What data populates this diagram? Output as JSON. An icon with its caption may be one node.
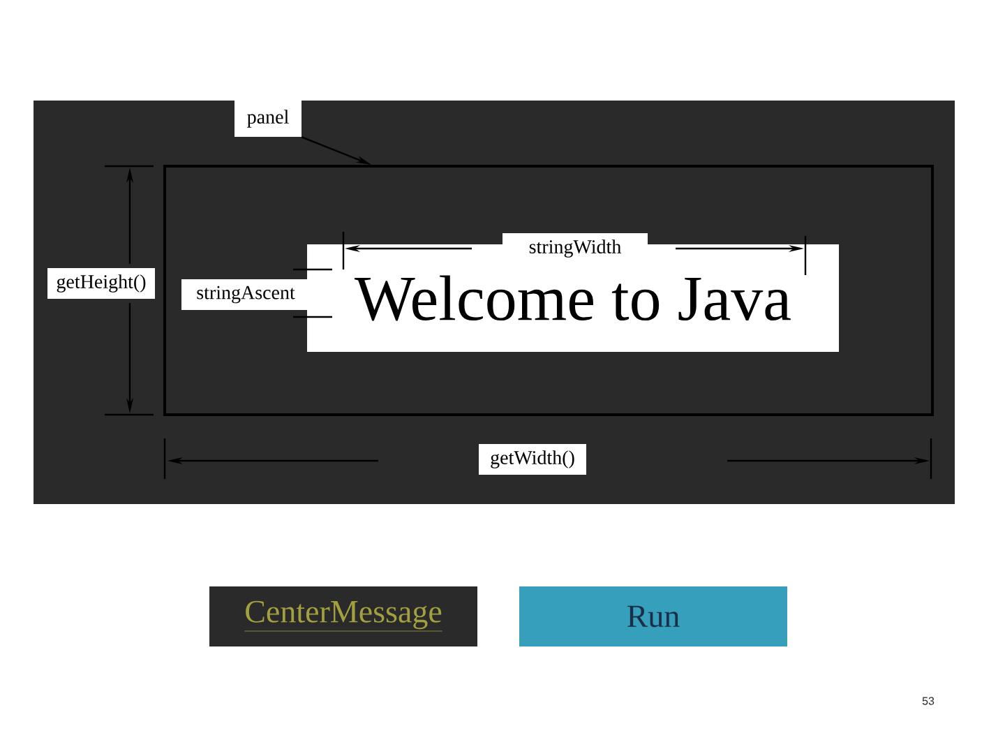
{
  "diagram": {
    "nodes": [
      {
        "text": [
          "panel"
        ]
      },
      {
        "text": [],
        "shape": "box"
      },
      {
        "text": [
          "Welcome to Java"
        ],
        "in": 1
      },
      {
        "text": [
          "CenterMessage"
        ]
      },
      {
        "text": [
          "Run"
        ]
      }
    ],
    "edges": [
      {
        "from": 0,
        "to": 1,
        "arrow": "to"
      }
    ],
    "labels": [
      "stringWidth",
      "getHeight()",
      "stringAscent",
      "getWidth()",
      "53"
    ]
  }
}
